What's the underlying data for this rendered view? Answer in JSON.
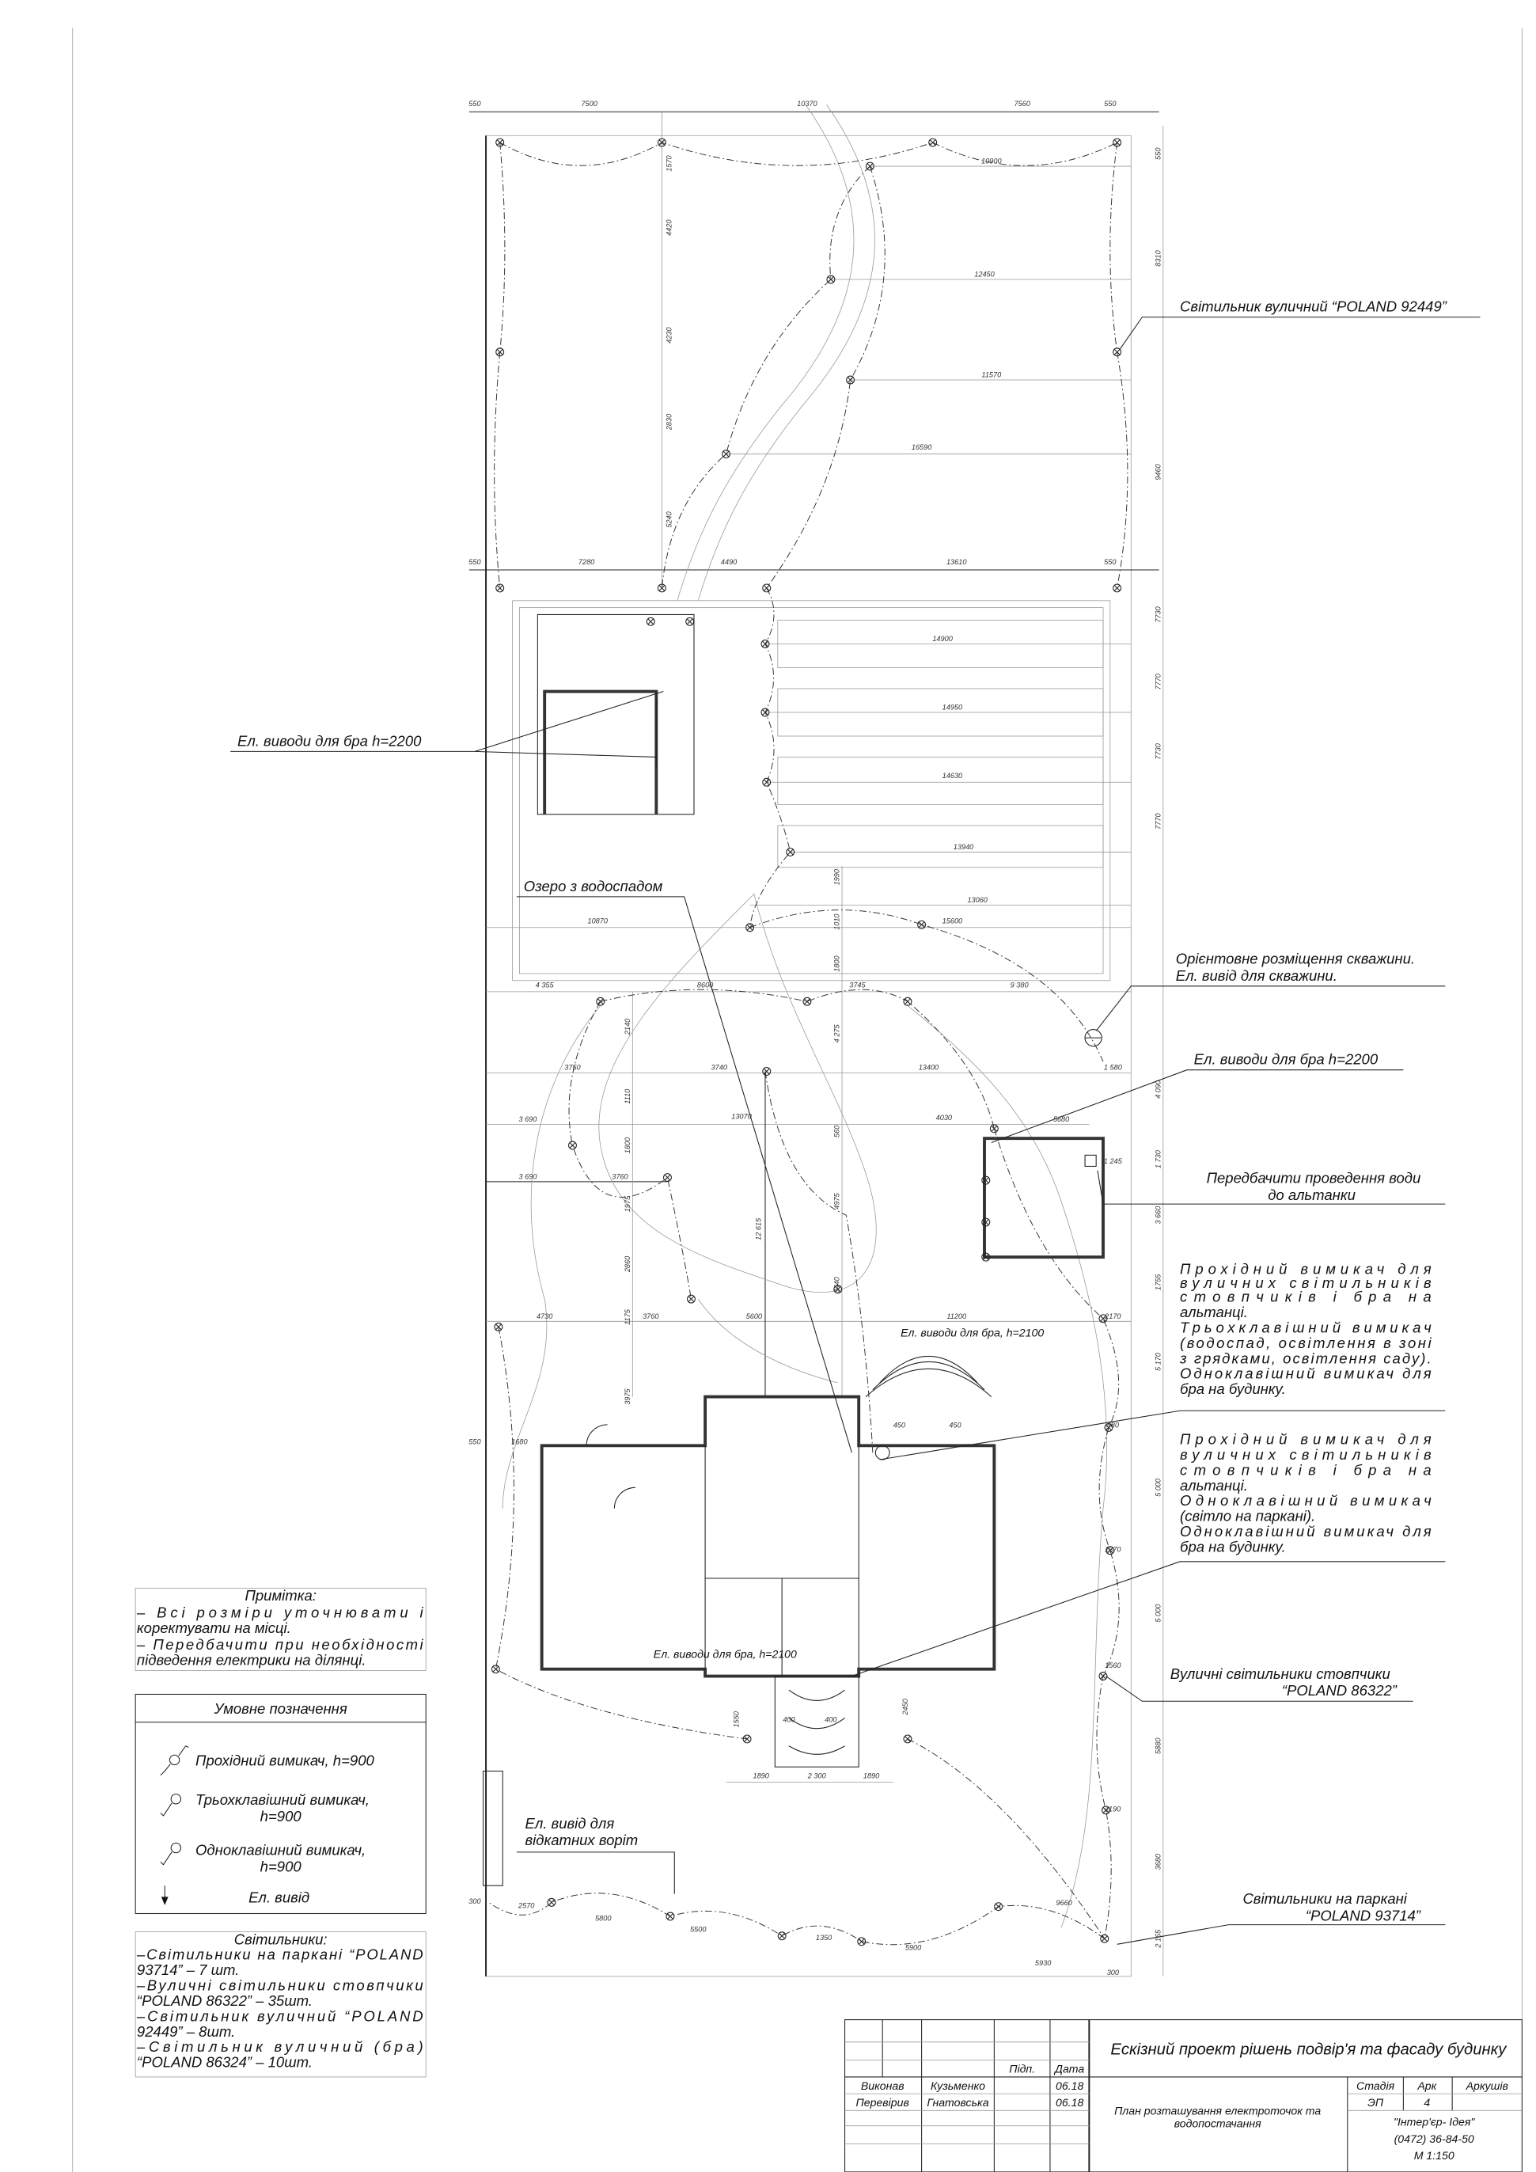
{
  "annotations": {
    "street_lamp": "Світильник вуличний “POLAND 92449”",
    "sconce_outlets_left": "Ел. виводи для бра h=2200",
    "pond": "Озеро з водоспадом",
    "well_line1": "Орієнтовне розміщення скважини.",
    "well_line2": "Ел. вивід для скважини.",
    "sconce_outlets_right": "Ел. виводи для бра h=2200",
    "water_line1": "Передбачити проведення води",
    "water_line2": "до альтанки",
    "switch_block1": [
      "Прохідний вимикач для",
      "вуличних світильників",
      "стовпчиків і бра на",
      "альтанці.",
      "Трьохклавішний вимикач",
      "(водоспад, освітлення в зоні",
      "з грядками, освітлення саду).",
      "Одноклавішний вимикач для",
      "бра на будинку."
    ],
    "switch_block2": [
      "Прохідний вимикач для",
      "вуличних світильників",
      "стовпчиків і бра на",
      "альтанці.",
      "Одноклавішний вимикач",
      "(світло на паркані).",
      "Одноклавішний вимикач для",
      "бра на будинку."
    ],
    "post_lamps_line1": "Вуличні світильники стовпчики",
    "post_lamps_line2": "“POLAND 86322”",
    "gate_line1": "Ел. вивід для",
    "gate_line2": "відкатних воріт",
    "fence_lamps_line1": "Світильники на паркані",
    "fence_lamps_line2": "“POLAND 93714”",
    "house_sconce_top": "Ел. виводи для бра, h=2100",
    "house_sconce_bottom": "Ел. виводи для бра, h=2100"
  },
  "notes": {
    "title": "Примітка:",
    "lines": [
      "– Всі розміри уточнювати і",
      "коректувати на місці.",
      "– Передбачити при необхідності",
      "підведення електрики на ділянці."
    ]
  },
  "legend": {
    "title": "Умовне позначення",
    "items": [
      {
        "label": "Прохідний вимикач, h=900",
        "label2": ""
      },
      {
        "label": "Трьохклавішний вимикач,",
        "label2": "h=900"
      },
      {
        "label": "Одноклавішний вимикач,",
        "label2": "h=900"
      },
      {
        "label": "Ел. вивід",
        "label2": ""
      }
    ]
  },
  "luminaires": {
    "title": "Світильники:",
    "lines": [
      "–Світильники на паркані “POLAND",
      "93714” – 7 шт.",
      "–Вуличні світильники стовпчики",
      "“POLAND 86322” – 35шт.",
      "–Світильник вуличний “POLAND",
      "92449” – 8шт.",
      "–Світильник вуличний (бра)",
      "“POLAND 86324” – 10шт."
    ]
  },
  "title_block": {
    "project_title": "Ескізний проект рішень подвір'я та фасаду будинку",
    "sign_label": "Підп.",
    "date_label": "Дата",
    "rows": [
      {
        "role": "Виконав",
        "name": "Кузьменко",
        "date": "06.18"
      },
      {
        "role": "Перевірив",
        "name": "Гнатовська",
        "date": "06.18"
      }
    ],
    "sheet_title_line1": "План розташування електроточок та",
    "sheet_title_line2": "водопостачання",
    "stage_label": "Стадія",
    "sheet_label": "Арк",
    "sheets_label": "Аркушів",
    "stage": "ЭП",
    "sheet": "4",
    "company": "\"Інтер'єр- Ідея\"",
    "phone": "(0472) 36-84-50",
    "scale": "М 1:150"
  },
  "dims": [
    "550",
    "7500",
    "10370",
    "7560",
    "550",
    "550",
    "7280",
    "4490",
    "13610",
    "550",
    "1570",
    "4420",
    "4230",
    "2830",
    "5240",
    "10900",
    "12450",
    "11570",
    "16590",
    "550",
    "8310",
    "9460",
    "7730",
    "7770",
    "7730",
    "7770",
    "14900",
    "14950",
    "14630",
    "13940",
    "13060",
    "10870",
    "15600",
    "1990",
    "1010",
    "1800",
    "4 355",
    "8600",
    "3745",
    "9 380",
    "3750",
    "3740",
    "13400",
    "1 580",
    "2140",
    "1110",
    "4 275",
    "3 690",
    "13070",
    "4030",
    "5680",
    "1800",
    "3 690",
    "3760",
    "1 245",
    "1975",
    "2860",
    "12 615",
    "4975",
    "560",
    "4730",
    "3760",
    "5600",
    "11200",
    "1175",
    "3975",
    "3440",
    "2170",
    "4 090",
    "1 730",
    "3 660",
    "1755",
    "5 170",
    "5 000",
    "5 000",
    "5880",
    "3680",
    "2 165",
    "580",
    "1370",
    "1560",
    "1190",
    "9660",
    "300",
    "2570",
    "5800",
    "5500",
    "1350",
    "5900",
    "5930",
    "300",
    "550",
    "1680",
    "450",
    "450",
    "1550",
    "400",
    "400",
    "2450",
    "1890",
    "2 300",
    "1890"
  ]
}
